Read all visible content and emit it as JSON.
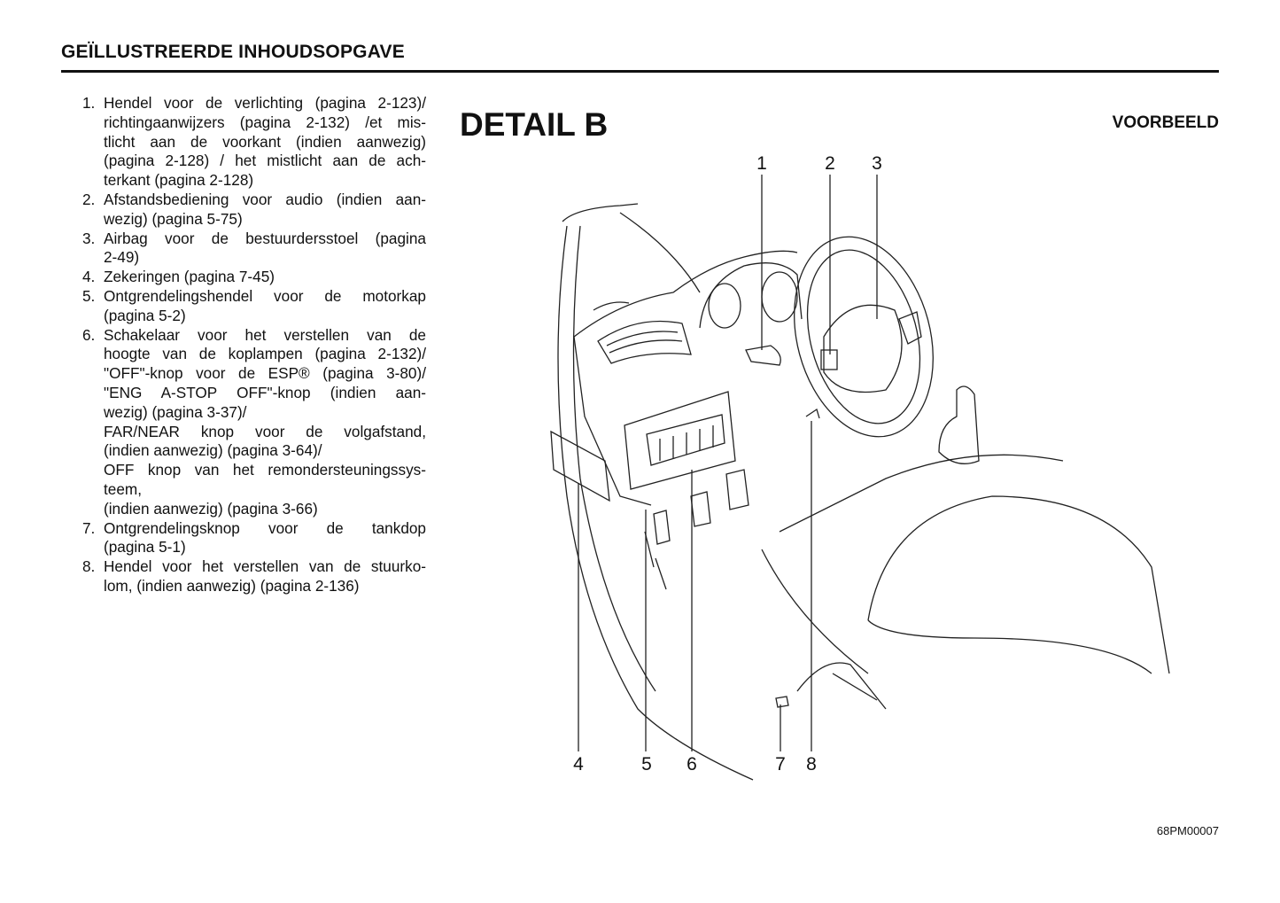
{
  "header": {
    "title": "GEÏLLUSTREERDE INHOUDSOPGAVE"
  },
  "items": [
    {
      "number": "1.",
      "lines": [
        "Hendel voor de verlichting (pagina 2-123)/",
        "richtingaanwijzers (pagina 2-132) /et mis-",
        "tlicht aan de voorkant (indien aanwezig)",
        "(pagina 2-128) / het mistlicht aan de ach-",
        "terkant (pagina 2-128)"
      ]
    },
    {
      "number": "2.",
      "lines": [
        "Afstandsbediening voor audio (indien aan-",
        "wezig) (pagina 5-75)"
      ]
    },
    {
      "number": "3.",
      "lines": [
        "Airbag voor de bestuurdersstoel (pagina",
        "2-49)"
      ]
    },
    {
      "number": "4.",
      "lines": [
        "Zekeringen (pagina 7-45)"
      ]
    },
    {
      "number": "5.",
      "lines": [
        "Ontgrendelingshendel voor de motorkap",
        "(pagina 5-2)"
      ]
    },
    {
      "number": "6.",
      "lines": [
        "Schakelaar voor het verstellen van de",
        "hoogte van de koplampen (pagina 2-132)/",
        "\"OFF\"-knop voor de ESP® (pagina 3-80)/",
        "\"ENG A-STOP OFF\"-knop (indien aan-",
        "wezig) (pagina 3-37)/",
        "FAR/NEAR knop voor de volgafstand,",
        "(indien aanwezig) (pagina 3-64)/",
        "OFF knop van het remondersteuningssys-",
        "teem,",
        "(indien aanwezig) (pagina 3-66)"
      ]
    },
    {
      "number": "7.",
      "lines": [
        "Ontgrendelingsknop voor de tankdop",
        "(pagina 5-1)"
      ]
    },
    {
      "number": "8.",
      "lines": [
        "Hendel voor het verstellen van de stuurko-",
        "lom, (indien aanwezig) (pagina 2-136)"
      ]
    }
  ],
  "figure": {
    "title": "DETAIL B",
    "example_label": "VOORBEELD",
    "callouts_top": [
      "1",
      "2",
      "3"
    ],
    "callouts_bottom": [
      "4",
      "5",
      "6",
      "7",
      "8"
    ],
    "figure_code": "68PM00007"
  }
}
